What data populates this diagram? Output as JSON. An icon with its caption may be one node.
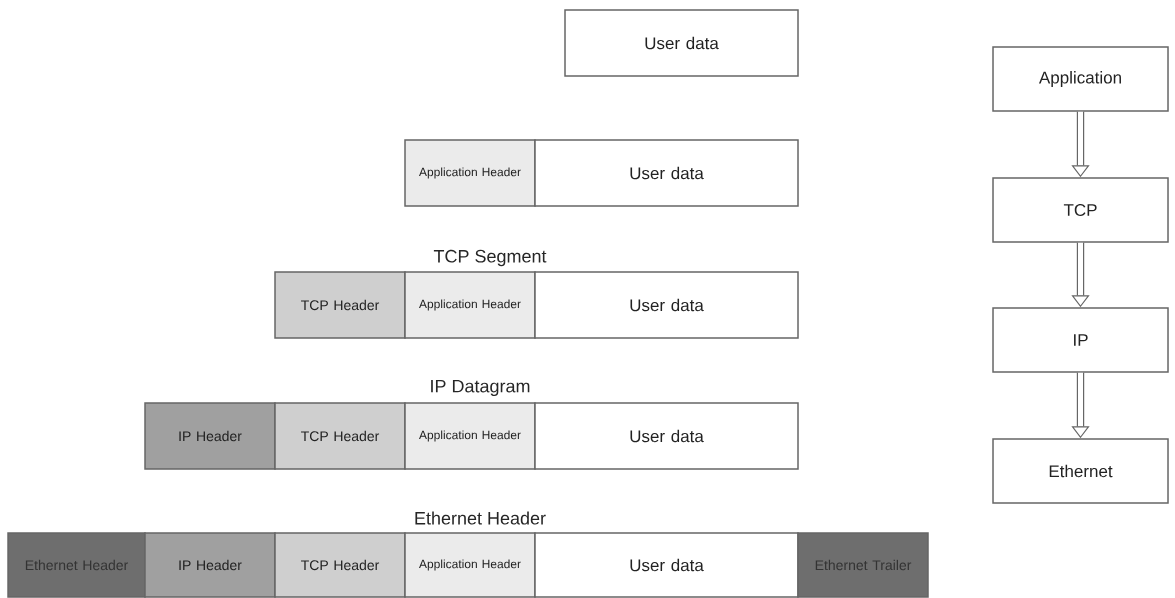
{
  "diagram": {
    "nodes": [
      {
        "text": [
          "User data"
        ]
      },
      {
        "text": [
          "Application Header"
        ]
      },
      {
        "text": [
          "User data"
        ]
      },
      {
        "text": [
          "TCP Header"
        ]
      },
      {
        "text": [
          "Application Header"
        ]
      },
      {
        "text": [
          "User data"
        ]
      },
      {
        "text": [
          "IP Header"
        ]
      },
      {
        "text": [
          "TCP Header"
        ]
      },
      {
        "text": [
          "Application Header"
        ]
      },
      {
        "text": [
          "User data"
        ]
      },
      {
        "text": [
          "Ethernet Header"
        ]
      },
      {
        "text": [
          "IP Header"
        ]
      },
      {
        "text": [
          "TCP Header"
        ]
      },
      {
        "text": [
          "Application Header"
        ]
      },
      {
        "text": [
          "User data"
        ]
      },
      {
        "text": [
          "Ethernet Trailer"
        ]
      },
      {
        "text": [
          "Application"
        ]
      },
      {
        "text": [
          "TCP"
        ]
      },
      {
        "text": [
          "IP"
        ]
      },
      {
        "text": [
          "Ethernet"
        ]
      }
    ],
    "edges": [
      {
        "from": 16,
        "to": 17,
        "arrow": "to"
      },
      {
        "from": 17,
        "to": 18,
        "arrow": "to"
      },
      {
        "from": 18,
        "to": 19,
        "arrow": "to"
      }
    ],
    "labels": [
      "TCP Segment",
      "IP Datagram",
      "Ethernet Header"
    ]
  }
}
